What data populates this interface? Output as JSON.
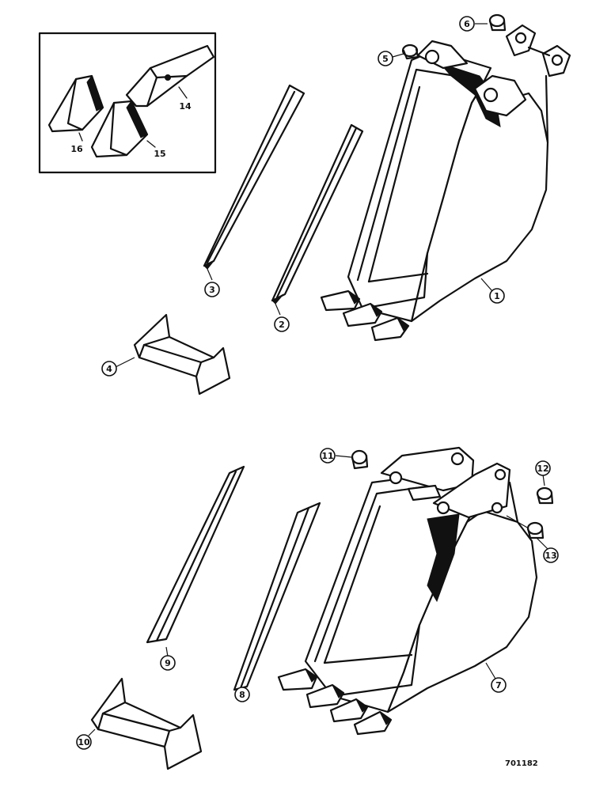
{
  "figure": {
    "reference_number": "701182",
    "line_color": "#111111",
    "background_color": "#ffffff"
  },
  "inset": {
    "labels": {
      "part_14": "14",
      "part_15": "15",
      "part_16": "16"
    }
  },
  "callouts": {
    "part_1": "1",
    "part_2": "2",
    "part_3": "3",
    "part_4": "4",
    "part_5": "5",
    "part_6": "6",
    "part_7": "7",
    "part_8": "8",
    "part_9": "9",
    "part_10": "10",
    "part_11": "11",
    "part_12": "12",
    "part_13": "13"
  }
}
